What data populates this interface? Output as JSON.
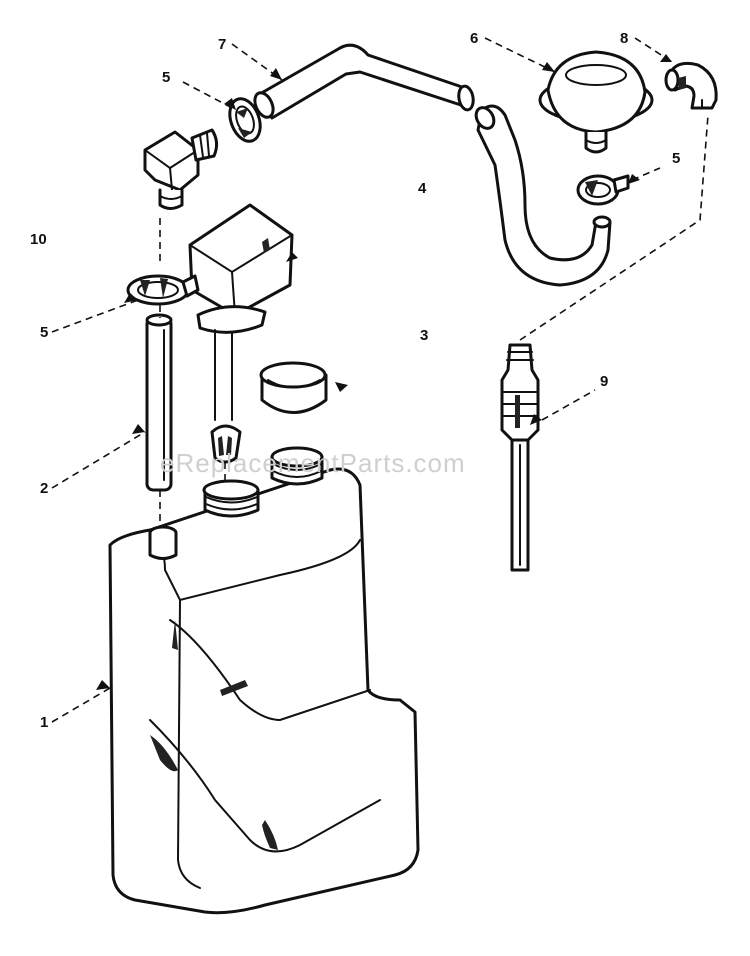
{
  "watermark": "eReplacementParts.com",
  "callouts": {
    "c1": "1",
    "c2": "2",
    "c3": "3",
    "c4": "4",
    "c5a": "5",
    "c5b": "5",
    "c5c": "5",
    "c6": "6",
    "c7": "7",
    "c8": "8",
    "c9": "9",
    "c10": "10"
  },
  "colors": {
    "ink": "#111111",
    "background": "#ffffff",
    "watermark": "#cfcfcf"
  }
}
